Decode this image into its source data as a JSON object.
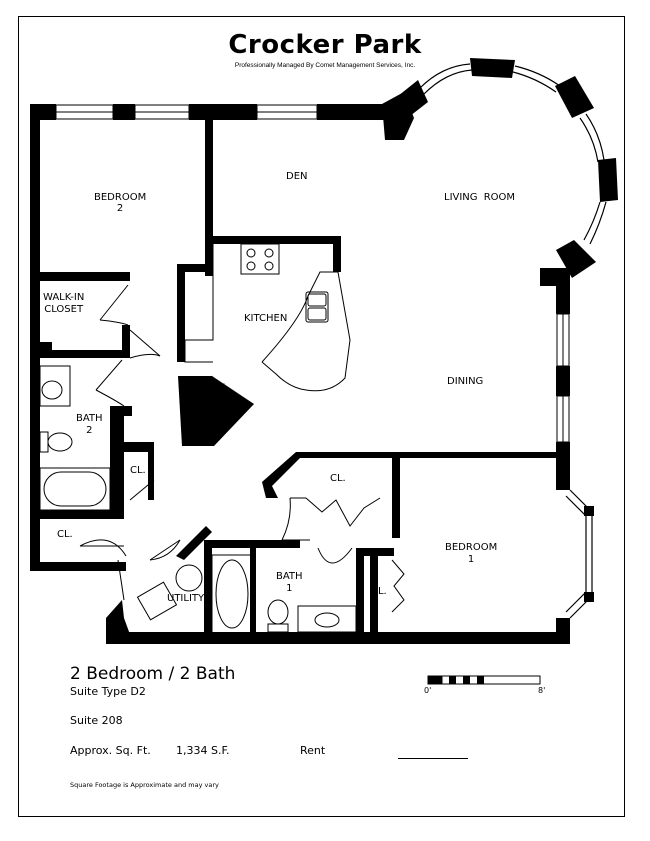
{
  "property": {
    "name": "Crocker Park",
    "management": "Professionally Managed By Comet Management Services, Inc."
  },
  "rooms": {
    "bedroom2": "BEDROOM\n2",
    "den": "DEN",
    "living_room": "LIVING ROOM",
    "walk_in_closet": "WALK-IN\nCLOSET",
    "kitchen": "KITCHEN",
    "bath2": "BATH\n2",
    "dining": "DINING",
    "closet": "CL.",
    "bedroom1": "BEDROOM\n1",
    "bath1": "BATH\n1",
    "utility": "UTILITY"
  },
  "unit": {
    "type": "2 Bedroom / 2 Bath",
    "suite_type": "Suite Type D2",
    "suite_number": "Suite 208",
    "sqft_label": "Approx. Sq. Ft.",
    "sqft_value": "1,334 S.F.",
    "rent_label": "Rent",
    "disclaimer": "Square Footage is Approximate and may vary"
  },
  "scale": {
    "start": "0'",
    "end": "8'"
  }
}
